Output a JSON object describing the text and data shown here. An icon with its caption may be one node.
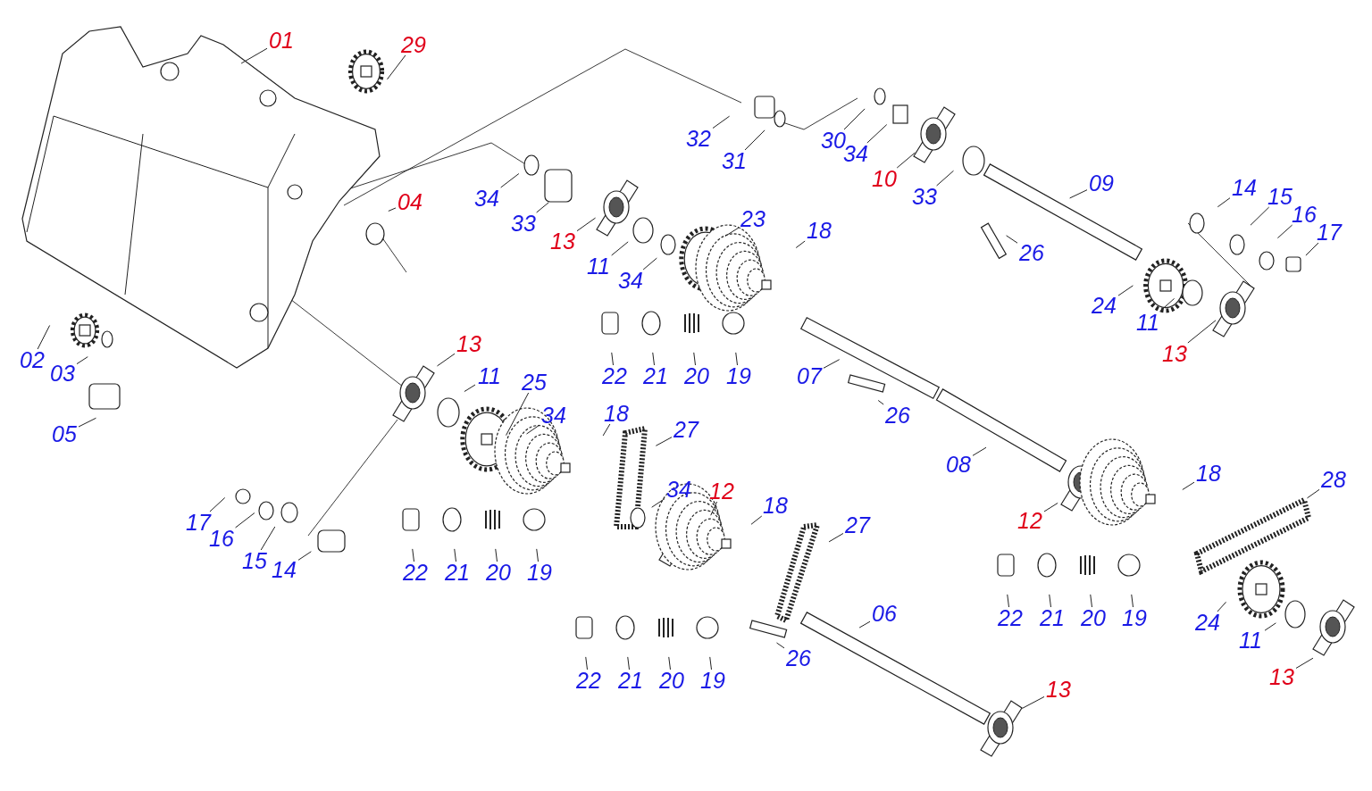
{
  "diagram": {
    "nodes": [
      {
        "text": [
          "01"
        ]
      },
      {
        "text": [
          "29"
        ]
      },
      {
        "text": [
          "32"
        ]
      },
      {
        "text": [
          "31"
        ]
      },
      {
        "text": [
          "30"
        ]
      },
      {
        "text": [
          "34"
        ]
      },
      {
        "text": [
          "10"
        ]
      },
      {
        "text": [
          "09"
        ]
      },
      {
        "text": [
          "33"
        ]
      },
      {
        "text": [
          "14"
        ]
      },
      {
        "text": [
          "15"
        ]
      },
      {
        "text": [
          "16"
        ]
      },
      {
        "text": [
          "17"
        ]
      },
      {
        "text": [
          "04"
        ]
      },
      {
        "text": [
          "34"
        ]
      },
      {
        "text": [
          "23"
        ]
      },
      {
        "text": [
          "18"
        ]
      },
      {
        "text": [
          "33"
        ]
      },
      {
        "text": [
          "13"
        ]
      },
      {
        "text": [
          "26"
        ]
      },
      {
        "text": [
          "11"
        ]
      },
      {
        "text": [
          "34"
        ]
      },
      {
        "text": [
          "24"
        ]
      },
      {
        "text": [
          "11"
        ]
      },
      {
        "text": [
          "13"
        ]
      },
      {
        "text": [
          "02"
        ]
      },
      {
        "text": [
          "13"
        ]
      },
      {
        "text": [
          "03"
        ]
      },
      {
        "text": [
          "22"
        ]
      },
      {
        "text": [
          "21"
        ]
      },
      {
        "text": [
          "20"
        ]
      },
      {
        "text": [
          "19"
        ]
      },
      {
        "text": [
          "11"
        ]
      },
      {
        "text": [
          "07"
        ]
      },
      {
        "text": [
          "25"
        ]
      },
      {
        "text": [
          "05"
        ]
      },
      {
        "text": [
          "34"
        ]
      },
      {
        "text": [
          "26"
        ]
      },
      {
        "text": [
          "18"
        ]
      },
      {
        "text": [
          "27"
        ]
      },
      {
        "text": [
          "08"
        ]
      },
      {
        "text": [
          "18"
        ]
      },
      {
        "text": [
          "28"
        ]
      },
      {
        "text": [
          "34"
        ]
      },
      {
        "text": [
          "12"
        ]
      },
      {
        "text": [
          "18"
        ]
      },
      {
        "text": [
          "17"
        ]
      },
      {
        "text": [
          "12"
        ]
      },
      {
        "text": [
          "27"
        ]
      },
      {
        "text": [
          "16"
        ]
      },
      {
        "text": [
          "15"
        ]
      },
      {
        "text": [
          "14"
        ]
      },
      {
        "text": [
          "22"
        ]
      },
      {
        "text": [
          "21"
        ]
      },
      {
        "text": [
          "20"
        ]
      },
      {
        "text": [
          "19"
        ]
      },
      {
        "text": [
          "06"
        ]
      },
      {
        "text": [
          "22"
        ]
      },
      {
        "text": [
          "21"
        ]
      },
      {
        "text": [
          "20"
        ]
      },
      {
        "text": [
          "19"
        ]
      },
      {
        "text": [
          "24"
        ]
      },
      {
        "text": [
          "11"
        ]
      },
      {
        "text": [
          "26"
        ]
      },
      {
        "text": [
          "13"
        ]
      },
      {
        "text": [
          "22"
        ]
      },
      {
        "text": [
          "21"
        ]
      },
      {
        "text": [
          "20"
        ]
      },
      {
        "text": [
          "19"
        ]
      },
      {
        "text": [
          "13"
        ]
      }
    ],
    "edges": [
      {
        "from": 0,
        "to": null,
        "arrow": "none"
      },
      {
        "from": 1,
        "to": null,
        "arrow": "none"
      },
      {
        "from": 2,
        "to": null,
        "arrow": "none"
      },
      {
        "from": 3,
        "to": null,
        "arrow": "none"
      },
      {
        "from": 4,
        "to": null,
        "arrow": "none"
      },
      {
        "from": 5,
        "to": null,
        "arrow": "none"
      },
      {
        "from": 6,
        "to": null,
        "arrow": "none"
      },
      {
        "from": 7,
        "to": null,
        "arrow": "none"
      },
      {
        "from": 8,
        "to": null,
        "arrow": "none"
      },
      {
        "from": 9,
        "to": null,
        "arrow": "none"
      },
      {
        "from": 10,
        "to": null,
        "arrow": "none"
      },
      {
        "from": 11,
        "to": null,
        "arrow": "none"
      },
      {
        "from": 12,
        "to": null,
        "arrow": "none"
      },
      {
        "from": 13,
        "to": null,
        "arrow": "none"
      },
      {
        "from": 14,
        "to": null,
        "arrow": "none"
      },
      {
        "from": 15,
        "to": null,
        "arrow": "none"
      },
      {
        "from": 16,
        "to": null,
        "arrow": "none"
      },
      {
        "from": 17,
        "to": null,
        "arrow": "none"
      },
      {
        "from": 18,
        "to": null,
        "arrow": "none"
      },
      {
        "from": 19,
        "to": null,
        "arrow": "none"
      },
      {
        "from": 20,
        "to": null,
        "arrow": "none"
      },
      {
        "from": 21,
        "to": null,
        "arrow": "none"
      },
      {
        "from": 22,
        "to": null,
        "arrow": "none"
      },
      {
        "from": 23,
        "to": null,
        "arrow": "none"
      },
      {
        "from": 24,
        "to": null,
        "arrow": "none"
      },
      {
        "from": 25,
        "to": null,
        "arrow": "none"
      },
      {
        "from": 26,
        "to": null,
        "arrow": "none"
      },
      {
        "from": 27,
        "to": null,
        "arrow": "none"
      },
      {
        "from": 28,
        "to": null,
        "arrow": "none"
      },
      {
        "from": 29,
        "to": null,
        "arrow": "none"
      },
      {
        "from": 30,
        "to": null,
        "arrow": "none"
      },
      {
        "from": 31,
        "to": null,
        "arrow": "none"
      },
      {
        "from": 32,
        "to": null,
        "arrow": "none"
      },
      {
        "from": 33,
        "to": null,
        "arrow": "none"
      },
      {
        "from": 34,
        "to": null,
        "arrow": "none"
      },
      {
        "from": 35,
        "to": null,
        "arrow": "none"
      },
      {
        "from": 36,
        "to": null,
        "arrow": "none"
      },
      {
        "from": 37,
        "to": null,
        "arrow": "none"
      },
      {
        "from": 38,
        "to": null,
        "arrow": "none"
      },
      {
        "from": 39,
        "to": null,
        "arrow": "none"
      },
      {
        "from": 40,
        "to": null,
        "arrow": "none"
      },
      {
        "from": 41,
        "to": null,
        "arrow": "none"
      },
      {
        "from": 42,
        "to": null,
        "arrow": "none"
      },
      {
        "from": 43,
        "to": null,
        "arrow": "none"
      },
      {
        "from": 44,
        "to": null,
        "arrow": "none"
      },
      {
        "from": 45,
        "to": null,
        "arrow": "none"
      },
      {
        "from": 46,
        "to": null,
        "arrow": "none"
      },
      {
        "from": 47,
        "to": null,
        "arrow": "none"
      },
      {
        "from": 48,
        "to": null,
        "arrow": "none"
      },
      {
        "from": 49,
        "to": null,
        "arrow": "none"
      },
      {
        "from": 50,
        "to": null,
        "arrow": "none"
      },
      {
        "from": 51,
        "to": null,
        "arrow": "none"
      },
      {
        "from": 52,
        "to": null,
        "arrow": "none"
      },
      {
        "from": 53,
        "to": null,
        "arrow": "none"
      },
      {
        "from": 54,
        "to": null,
        "arrow": "none"
      },
      {
        "from": 55,
        "to": null,
        "arrow": "none"
      },
      {
        "from": 56,
        "to": null,
        "arrow": "none"
      },
      {
        "from": 57,
        "to": null,
        "arrow": "none"
      },
      {
        "from": 58,
        "to": null,
        "arrow": "none"
      },
      {
        "from": 59,
        "to": null,
        "arrow": "none"
      },
      {
        "from": 60,
        "to": null,
        "arrow": "none"
      },
      {
        "from": 61,
        "to": null,
        "arrow": "none"
      },
      {
        "from": 62,
        "to": null,
        "arrow": "none"
      },
      {
        "from": 63,
        "to": null,
        "arrow": "none"
      },
      {
        "from": 64,
        "to": null,
        "arrow": "none"
      },
      {
        "from": 65,
        "to": null,
        "arrow": "none"
      },
      {
        "from": 66,
        "to": null,
        "arrow": "none"
      },
      {
        "from": 67,
        "to": null,
        "arrow": "none"
      },
      {
        "from": 68,
        "to": null,
        "arrow": "none"
      },
      {
        "from": 69,
        "to": null,
        "arrow": "none"
      }
    ]
  }
}
